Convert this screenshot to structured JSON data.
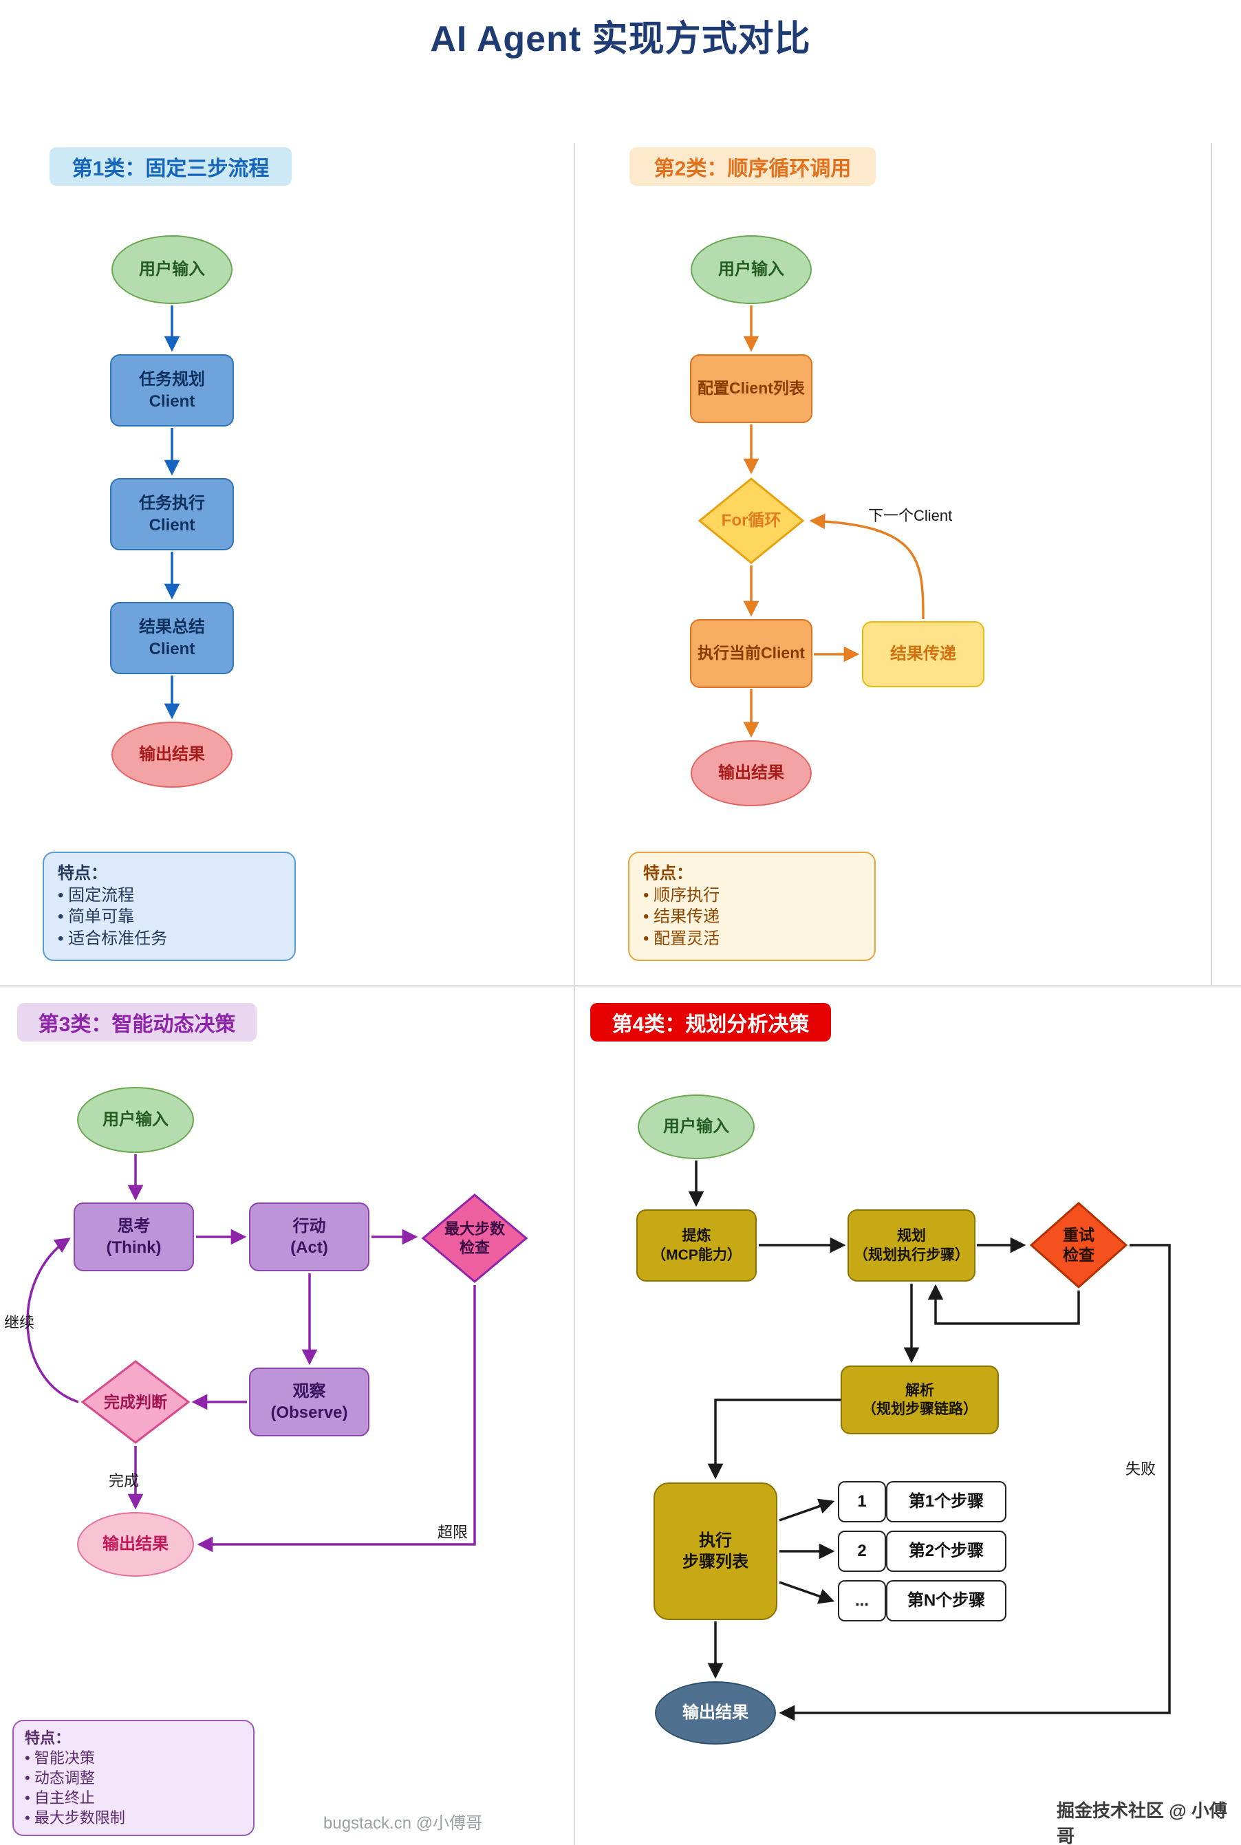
{
  "title": "AI Agent 实现方式对比",
  "colors": {
    "type1_accent": "#1565c0",
    "type2_accent": "#e67e22",
    "type3_accent": "#8e24aa",
    "type4_accent": "#1a1a1a",
    "type4_badge_bg": "#e60000",
    "start_node_green": "#b4dcae",
    "output_node_pink": "#f3a3a3",
    "output_node_steel": "#50708f"
  },
  "quadrant1": {
    "badge": "第1类：固定三步流程",
    "nodes": {
      "user_input": "用户输入",
      "plan": "任务规划\nClient",
      "execute": "任务执行\nClient",
      "summary": "结果总结\nClient",
      "output": "输出结果"
    },
    "features": {
      "title": "特点：",
      "items": [
        "• 固定流程",
        "• 简单可靠",
        "• 适合标准任务"
      ]
    }
  },
  "quadrant2": {
    "badge": "第2类：顺序循环调用",
    "nodes": {
      "user_input": "用户输入",
      "config": "配置Client列表",
      "for_loop": "For循环",
      "execute": "执行当前Client",
      "pass_result": "结果传递",
      "output": "输出结果"
    },
    "edge_labels": {
      "next_client": "下一个Client"
    },
    "features": {
      "title": "特点：",
      "items": [
        "• 顺序执行",
        "• 结果传递",
        "• 配置灵活"
      ]
    }
  },
  "quadrant3": {
    "badge": "第3类：智能动态决策",
    "nodes": {
      "user_input": "用户输入",
      "think": "思考\n(Think)",
      "act": "行动\n(Act)",
      "max_steps": "最大步数\n检查",
      "observe": "观察\n(Observe)",
      "done_check": "完成判断",
      "output": "输出结果"
    },
    "edge_labels": {
      "continue": "继续",
      "done": "完成",
      "over_limit": "超限"
    },
    "features": {
      "title": "特点：",
      "items": [
        "• 智能决策",
        "• 动态调整",
        "• 自主终止",
        "• 最大步数限制"
      ]
    }
  },
  "quadrant4": {
    "badge": "第4类：规划分析决策",
    "nodes": {
      "user_input": "用户输入",
      "refine": "提炼\n（MCP能力）",
      "plan": "规划\n（规划执行步骤）",
      "retry_check": "重试\n检查",
      "parse": "解析\n（规划步骤链路）",
      "step_list": "执行\n步骤列表",
      "output": "输出结果"
    },
    "steps": [
      {
        "index": "1",
        "label": "第1个步骤"
      },
      {
        "index": "2",
        "label": "第2个步骤"
      },
      {
        "index": "...",
        "label": "第N个步骤"
      }
    ],
    "edge_labels": {
      "fail": "失败"
    }
  },
  "footer": {
    "left": "bugstack.cn @小傅哥",
    "right": "掘金技术社区 @ 小傅哥"
  }
}
